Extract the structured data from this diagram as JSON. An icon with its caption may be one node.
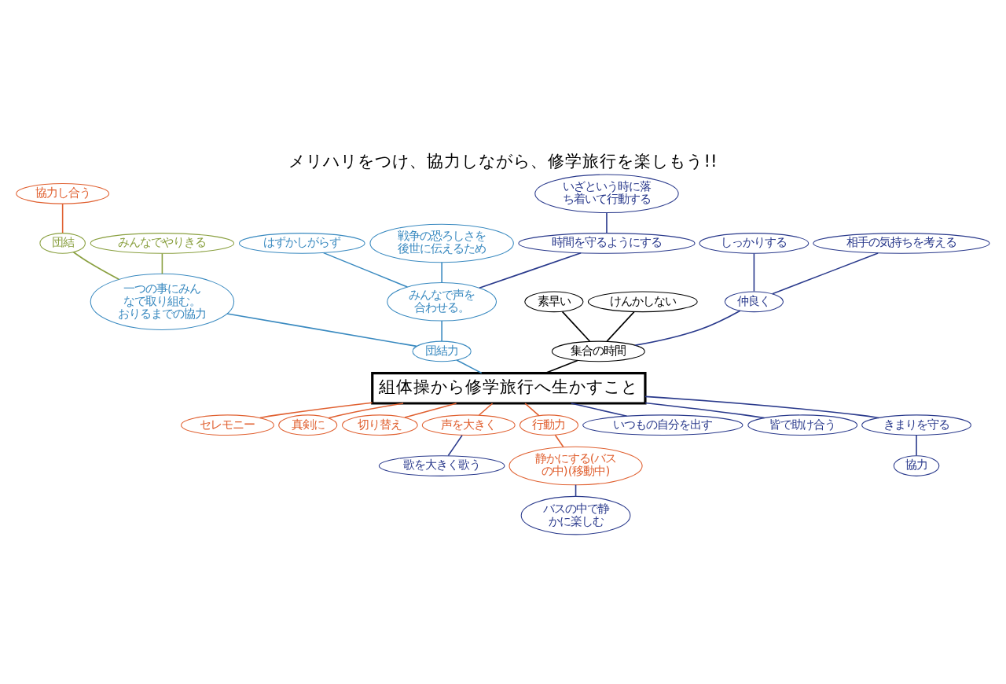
{
  "diagram": {
    "title": "メリハリをつけ、協力しながら、修学旅行を楽しもう!!",
    "nodes": [
      {
        "text": [
          "組体操から修学旅行へ生かすこと"
        ]
      },
      {
        "text": [
          "団結力"
        ]
      },
      {
        "text": [
          "一つの事にみんなで取り組む。",
          "おりるまでの協力"
        ]
      },
      {
        "text": [
          "団結"
        ]
      },
      {
        "text": [
          "みんなでやりきる"
        ]
      },
      {
        "text": [
          "協力し合う"
        ]
      },
      {
        "text": [
          "みんなで声を合わせる。"
        ]
      },
      {
        "text": [
          "はずかしがらず"
        ]
      },
      {
        "text": [
          "戦争の恐ろしさを後世に伝えるため"
        ]
      },
      {
        "text": [
          "時間を守るようにする"
        ]
      },
      {
        "text": [
          "いざという時に落ち着いて行動する"
        ]
      },
      {
        "text": [
          "セレモニー"
        ]
      },
      {
        "text": [
          "真剣に"
        ]
      },
      {
        "text": [
          "切り替え"
        ]
      },
      {
        "text": [
          "声を大きく"
        ]
      },
      {
        "text": [
          "歌を大きく歌う"
        ]
      },
      {
        "text": [
          "行動力"
        ]
      },
      {
        "text": [
          "静かにする(バスの中)(移動中)"
        ]
      },
      {
        "text": [
          "バスの中で静かに楽しむ"
        ]
      },
      {
        "text": [
          "集合の時間"
        ]
      },
      {
        "text": [
          "素早い"
        ]
      },
      {
        "text": [
          "けんかしない"
        ]
      },
      {
        "text": [
          "仲良く"
        ]
      },
      {
        "text": [
          "しっかりする"
        ]
      },
      {
        "text": [
          "相手の気持ちを考える"
        ]
      },
      {
        "text": [
          "いつもの自分を出す"
        ]
      },
      {
        "text": [
          "皆で助け合う"
        ]
      },
      {
        "text": [
          "きまりを守る"
        ]
      },
      {
        "text": [
          "協力"
        ]
      }
    ],
    "edges": [
      {
        "from": 1,
        "to": 0,
        "arrow": "none",
        "color": "#3a8ac0"
      },
      {
        "from": 2,
        "to": 1,
        "arrow": "none",
        "color": "#3a8ac0"
      },
      {
        "from": 3,
        "to": 2,
        "arrow": "none",
        "color": "#8aa040"
      },
      {
        "from": 4,
        "to": 2,
        "arrow": "none",
        "color": "#8aa040"
      },
      {
        "from": 5,
        "to": 3,
        "arrow": "none",
        "color": "#e06030"
      },
      {
        "from": 6,
        "to": 1,
        "arrow": "none",
        "color": "#3a8ac0"
      },
      {
        "from": 7,
        "to": 6,
        "arrow": "none",
        "color": "#3a8ac0"
      },
      {
        "from": 8,
        "to": 6,
        "arrow": "none",
        "color": "#3a8ac0"
      },
      {
        "from": 9,
        "to": 6,
        "arrow": "none"
      },
      {
        "from": 10,
        "to": 9,
        "arrow": "none"
      },
      {
        "from": 11,
        "to": 0,
        "arrow": "none",
        "color": "#e06030"
      },
      {
        "from": 12,
        "to": 0,
        "arrow": "none",
        "color": "#e06030"
      },
      {
        "from": 13,
        "to": 0,
        "arrow": "none",
        "color": "#e06030"
      },
      {
        "from": 14,
        "to": 0,
        "arrow": "none",
        "color": "#e06030"
      },
      {
        "from": 15,
        "to": 14,
        "arrow": "none"
      },
      {
        "from": 16,
        "to": 0,
        "arrow": "none",
        "color": "#e06030"
      },
      {
        "from": 17,
        "to": 16,
        "arrow": "none",
        "color": "#e06030"
      },
      {
        "from": 18,
        "to": 17,
        "arrow": "none"
      },
      {
        "from": 19,
        "to": 0,
        "arrow": "none",
        "color": "#000000"
      },
      {
        "from": 20,
        "to": 19,
        "arrow": "none",
        "color": "#000000"
      },
      {
        "from": 21,
        "to": 19,
        "arrow": "none",
        "color": "#000000"
      },
      {
        "from": 22,
        "to": 19,
        "arrow": "none"
      },
      {
        "from": 23,
        "to": 22,
        "arrow": "none"
      },
      {
        "from": 24,
        "to": 22,
        "arrow": "none"
      },
      {
        "from": 25,
        "to": 0,
        "arrow": "none"
      },
      {
        "from": 26,
        "to": 0,
        "arrow": "none"
      },
      {
        "from": 27,
        "to": 0,
        "arrow": "none"
      },
      {
        "from": 28,
        "to": 27,
        "arrow": "none"
      }
    ]
  }
}
